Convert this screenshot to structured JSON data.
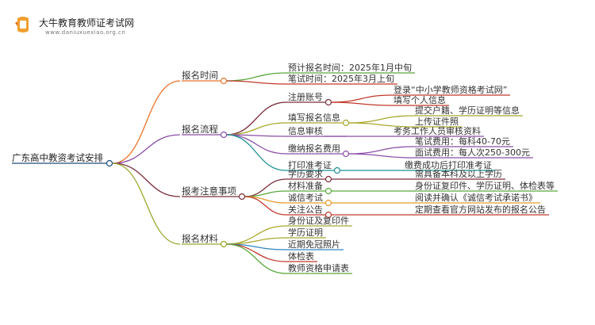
{
  "site": {
    "name": "大牛教育教师证考试网",
    "url": "www.daniuxuexiao.org.cn"
  },
  "colors": {
    "root": "#1f4e79",
    "time": "#e8742a",
    "process": "#8b4fa8",
    "notes": "#7b2f3a",
    "materials": "#9aa82a",
    "green": "#5aa83c",
    "red": "#c0392b",
    "orange": "#e89a2a",
    "olive": "#a8a82a",
    "teal": "#1d8f8f",
    "blue": "#2e86c1"
  },
  "mindmap": {
    "root": "广东高中教资考试安排",
    "branches": [
      {
        "label": "报名时间",
        "children": [
          {
            "label": "预计报名时间：2025年1月中旬"
          },
          {
            "label": "笔试时间：2025年3月上旬"
          }
        ]
      },
      {
        "label": "报名流程",
        "children": [
          {
            "label": "注册账号",
            "children": [
              "登录“中小学教师资格考试网”",
              "填写个人信息"
            ]
          },
          {
            "label": "填写报名信息",
            "children": [
              "提交户籍、学历证明等信息",
              "上传证件照"
            ]
          },
          {
            "label": "信息审核",
            "children": [
              "考务工作人员审核资料"
            ]
          },
          {
            "label": "缴纳报名费用",
            "children": [
              "笔试费用：每科40-70元",
              "面试费用：每人次250-300元"
            ]
          },
          {
            "label": "打印准考证",
            "children": [
              "缴费成功后打印准考证"
            ]
          }
        ]
      },
      {
        "label": "报考注意事项",
        "children": [
          {
            "label": "学历要求",
            "children": [
              "需具备本科及以上学历"
            ]
          },
          {
            "label": "材料准备",
            "children": [
              "身份证复印件、学历证明、体检表等"
            ]
          },
          {
            "label": "诚信考试",
            "children": [
              "阅读并确认《诚信考试承诺书》"
            ]
          },
          {
            "label": "关注公告",
            "children": [
              "定期查看官方网站发布的报名公告"
            ]
          }
        ]
      },
      {
        "label": "报名材料",
        "children": [
          {
            "label": "身份证及复印件"
          },
          {
            "label": "学历证明"
          },
          {
            "label": "近期免冠照片"
          },
          {
            "label": "体检表"
          },
          {
            "label": "教师资格申请表"
          }
        ]
      }
    ]
  }
}
